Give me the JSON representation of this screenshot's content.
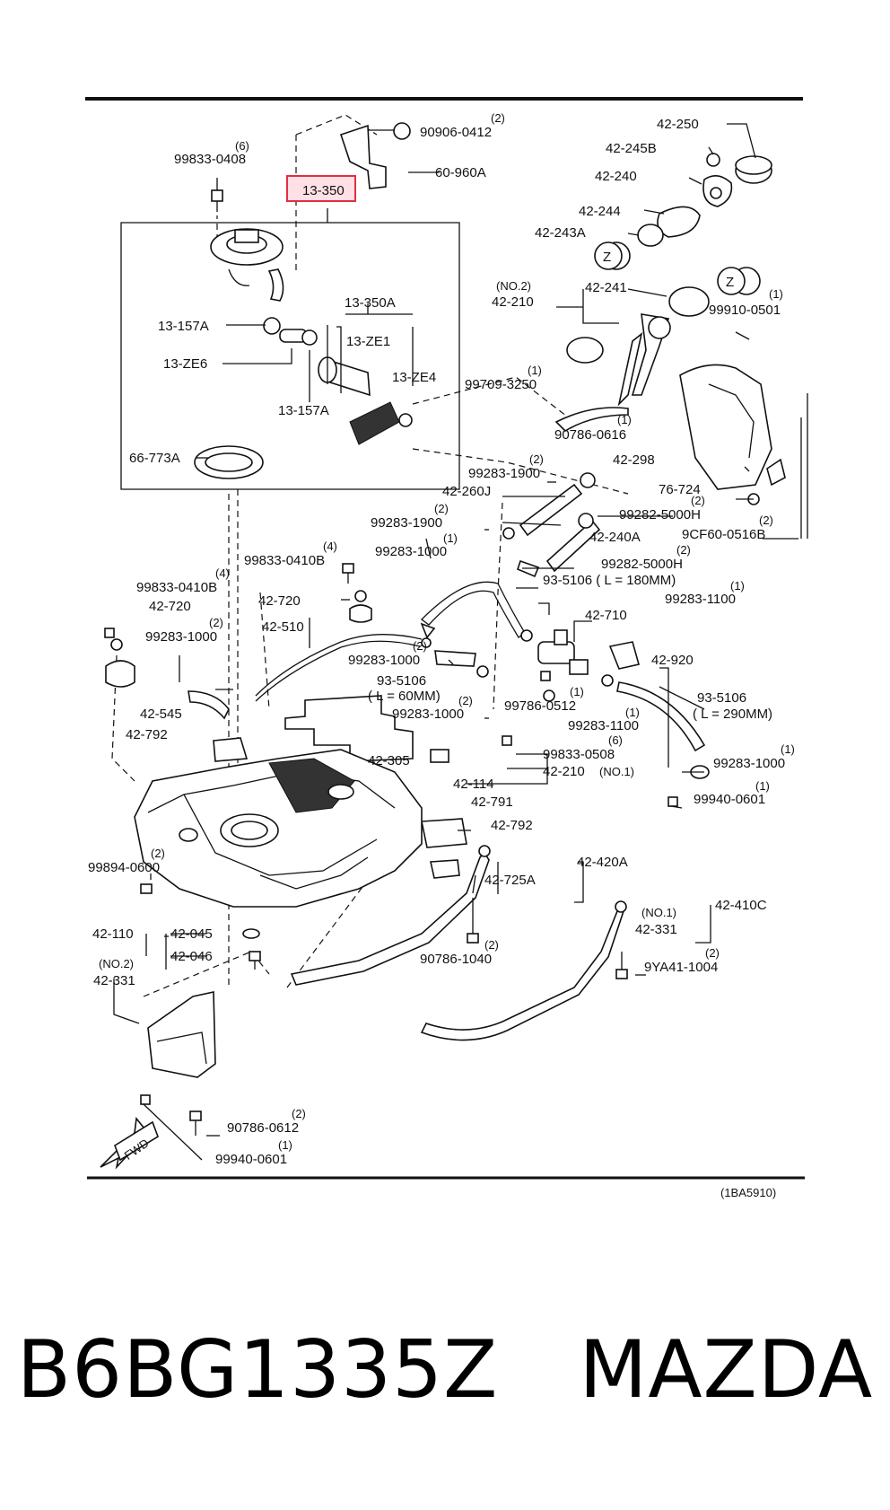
{
  "highlight": {
    "part_number": "13-350",
    "color": "#e0303e"
  },
  "callouts": [
    {
      "key": "c1",
      "text": "99833-0408",
      "qty": "(6)"
    },
    {
      "key": "c2",
      "text": "90906-0412",
      "qty": "(2)"
    },
    {
      "key": "c3",
      "text": "60-960A",
      "qty": ""
    },
    {
      "key": "c4",
      "text": "13-157A",
      "qty": ""
    },
    {
      "key": "c5",
      "text": "13-ZE6",
      "qty": ""
    },
    {
      "key": "c6",
      "text": "13-350A",
      "qty": ""
    },
    {
      "key": "c7",
      "text": "13-ZE1",
      "qty": ""
    },
    {
      "key": "c8",
      "text": "13-ZE4",
      "qty": ""
    },
    {
      "key": "c9",
      "text": "13-157A",
      "qty": ""
    },
    {
      "key": "c10",
      "text": "66-773A",
      "qty": ""
    },
    {
      "key": "c11",
      "text": "42-250",
      "qty": ""
    },
    {
      "key": "c12",
      "text": "42-245B",
      "qty": ""
    },
    {
      "key": "c13",
      "text": "42-240",
      "qty": ""
    },
    {
      "key": "c14",
      "text": "42-244",
      "qty": ""
    },
    {
      "key": "c15",
      "text": "42-243A",
      "qty": ""
    },
    {
      "key": "c16",
      "text": "42-241",
      "qty": ""
    },
    {
      "key": "c17",
      "text": "42-210",
      "qty": "(NO.2)"
    },
    {
      "key": "c18",
      "text": "99910-0501",
      "qty": "(1)"
    },
    {
      "key": "c19",
      "text": "99709-3250",
      "qty": "(1)"
    },
    {
      "key": "c20",
      "text": "90786-0616",
      "qty": "(1)"
    },
    {
      "key": "c21",
      "text": "42-298",
      "qty": ""
    },
    {
      "key": "c22",
      "text": "99283-1900",
      "qty": "(2)"
    },
    {
      "key": "c23",
      "text": "42-260J",
      "qty": ""
    },
    {
      "key": "c24",
      "text": "76-724",
      "qty": ""
    },
    {
      "key": "c25",
      "text": "99282-5000H",
      "qty": "(2)"
    },
    {
      "key": "c26",
      "text": "99283-1900",
      "qty": "(2)"
    },
    {
      "key": "c27",
      "text": "42-240A",
      "qty": ""
    },
    {
      "key": "c28",
      "text": "9CF60-0516B",
      "qty": "(2)"
    },
    {
      "key": "c29",
      "text": "99283-1000",
      "qty": "(1)"
    },
    {
      "key": "c30",
      "text": "99282-5000H",
      "qty": "(2)"
    },
    {
      "key": "c31",
      "text": "99833-0410B",
      "qty": "(4)"
    },
    {
      "key": "c32",
      "text": "93-5106 ( L = 180MM)",
      "qty": ""
    },
    {
      "key": "c33",
      "text": "99833-0410B",
      "qty": "(4)"
    },
    {
      "key": "c34",
      "text": "42-720",
      "qty": ""
    },
    {
      "key": "c35",
      "text": "42-720",
      "qty": ""
    },
    {
      "key": "c36",
      "text": "99283-1100",
      "qty": "(1)"
    },
    {
      "key": "c37",
      "text": "42-710",
      "qty": ""
    },
    {
      "key": "c38",
      "text": "42-510",
      "qty": ""
    },
    {
      "key": "c39",
      "text": "99283-1000",
      "qty": "(2)"
    },
    {
      "key": "c40",
      "text": "99283-1000",
      "qty": "(2)"
    },
    {
      "key": "c41",
      "text": "42-920",
      "qty": ""
    },
    {
      "key": "c42",
      "text": "93-5106",
      "qty": ""
    },
    {
      "key": "c43",
      "text": "( L = 60MM)",
      "qty": ""
    },
    {
      "key": "c44",
      "text": "99786-0512",
      "qty": "(1)"
    },
    {
      "key": "c45",
      "text": "93-5106",
      "qty": ""
    },
    {
      "key": "c46",
      "text": "( L = 290MM)",
      "qty": ""
    },
    {
      "key": "c47",
      "text": "42-545",
      "qty": ""
    },
    {
      "key": "c48",
      "text": "99283-1000",
      "qty": "(2)"
    },
    {
      "key": "c49",
      "text": "99283-1100",
      "qty": "(1)"
    },
    {
      "key": "c50",
      "text": "42-792",
      "qty": ""
    },
    {
      "key": "c51",
      "text": "42-305",
      "qty": ""
    },
    {
      "key": "c52",
      "text": "99833-0508",
      "qty": "(6)"
    },
    {
      "key": "c53",
      "text": "99283-1000",
      "qty": "(1)"
    },
    {
      "key": "c54",
      "text": "42-114",
      "qty": ""
    },
    {
      "key": "c55",
      "text": "42-210",
      "qty": "(NO.1)"
    },
    {
      "key": "c56",
      "text": "99940-0601",
      "qty": "(1)"
    },
    {
      "key": "c57",
      "text": "42-791",
      "qty": ""
    },
    {
      "key": "c58",
      "text": "42-792",
      "qty": ""
    },
    {
      "key": "c59",
      "text": "99894-0600",
      "qty": "(2)"
    },
    {
      "key": "c60",
      "text": "42-420A",
      "qty": ""
    },
    {
      "key": "c61",
      "text": "42-725A",
      "qty": ""
    },
    {
      "key": "c62",
      "text": "42-410C",
      "qty": ""
    },
    {
      "key": "c63",
      "text": "42-110",
      "qty": ""
    },
    {
      "key": "c64",
      "text": "42-045",
      "qty": ""
    },
    {
      "key": "c65",
      "text": "42-331",
      "qty": "(NO.1)"
    },
    {
      "key": "c66",
      "text": "42-046",
      "qty": ""
    },
    {
      "key": "c67",
      "text": "90786-1040",
      "qty": "(2)"
    },
    {
      "key": "c68",
      "text": "9YA41-1004",
      "qty": "(2)"
    },
    {
      "key": "c69",
      "text": "42-331",
      "qty": "(NO.2)"
    },
    {
      "key": "c70",
      "text": "90786-0612",
      "qty": "(2)"
    },
    {
      "key": "c71",
      "text": "99940-0601",
      "qty": "(1)"
    }
  ],
  "z_marker": "Z",
  "fwd_arrow": "FWD",
  "figure_code": "(1BA5910)",
  "caption": {
    "part_number": "B6BG1335Z",
    "brand": "MAZDA"
  }
}
